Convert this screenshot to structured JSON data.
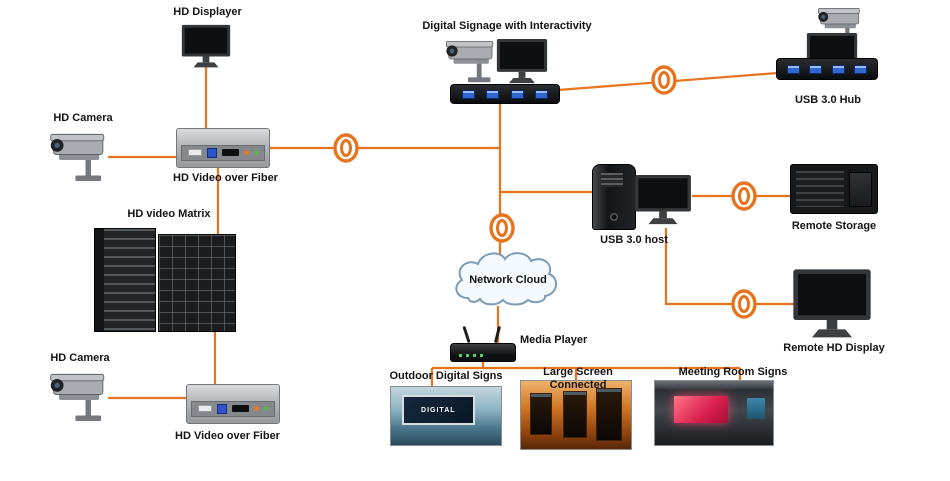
{
  "labels": {
    "hd_displayer": "HD Displayer",
    "hd_camera_top": "HD Camera",
    "hd_video_over_fiber_top": "HD Video over Fiber",
    "hd_video_matrix": "HD video Matrix",
    "hd_camera_bottom": "HD Camera",
    "hd_video_over_fiber_bottom": "HD Video over Fiber",
    "digital_signage": "Digital Signage with Interactivity",
    "usb_hub": "USB 3.0 Hub",
    "usb_host": "USB 3.0 host",
    "remote_storage": "Remote Storage",
    "network_cloud": "Network Cloud",
    "media_player": "Media Player",
    "remote_hd_display": "Remote HD Display",
    "outdoor_digital_signs": "Outdoor Digital Signs",
    "large_screen_connected": "Large Screen Connected",
    "meeting_room_signs": "Meeting Room Signs"
  },
  "photo_text": {
    "outdoor_billboard": "DIGITAL"
  },
  "colors": {
    "connection_line": "#E8731E",
    "fiber_coil": "#E8731E",
    "label_text": "#141414",
    "usb_port_blue": "#2F66CF",
    "cloud_fill": "#F4FAFF",
    "cloud_stroke": "#7D9CB5"
  },
  "icons": {
    "monitor-icon": "svg monitor with stand",
    "cctv-camera-icon": "svg surveillance camera with hood and lens",
    "fiber-transceiver-icon": "gray box with ports",
    "matrix-rack-icon": "two black rack towers with slots",
    "usb-hub-icon": "black bar with 4 blue usb ports",
    "tower-pc-icon": "black tower computer",
    "storage-array-icon": "black box with drive slots",
    "network-cloud-icon": "outlined cloud shape",
    "media-player-icon": "black router with two antennas",
    "fiber-coil-icon": "orange concentric fiber loop on line"
  }
}
